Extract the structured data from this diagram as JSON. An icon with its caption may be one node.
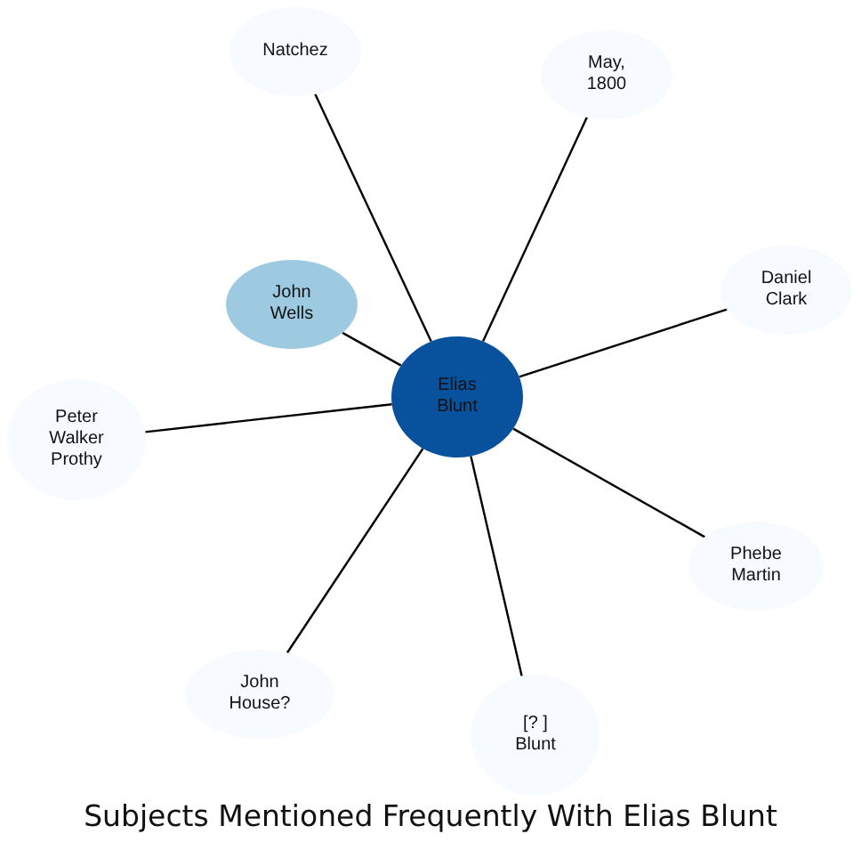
{
  "diagram": {
    "title": "Subjects Mentioned Frequently With  Elias Blunt",
    "nodes": [
      {
        "text": [
          "Natchez"
        ]
      },
      {
        "text": [
          "May, 1800"
        ]
      },
      {
        "text": [
          "Daniel Clark"
        ]
      },
      {
        "text": [
          "John Wells"
        ]
      },
      {
        "text": [
          "Elias Blunt"
        ]
      },
      {
        "text": [
          "Peter Walker Prothy"
        ]
      },
      {
        "text": [
          "Phebe Martin"
        ]
      },
      {
        "text": [
          "John House?"
        ]
      },
      {
        "text": [
          "[? ] Blunt"
        ]
      }
    ],
    "edges": [
      {
        "from": 4,
        "to": 0,
        "arrow": "none"
      },
      {
        "from": 4,
        "to": 1,
        "arrow": "none"
      },
      {
        "from": 4,
        "to": 2,
        "arrow": "none"
      },
      {
        "from": 4,
        "to": 3,
        "arrow": "none"
      },
      {
        "from": 4,
        "to": 5,
        "arrow": "none"
      },
      {
        "from": 4,
        "to": 6,
        "arrow": "none"
      },
      {
        "from": 4,
        "to": 7,
        "arrow": "none"
      },
      {
        "from": 4,
        "to": 8,
        "arrow": "none"
      }
    ]
  }
}
